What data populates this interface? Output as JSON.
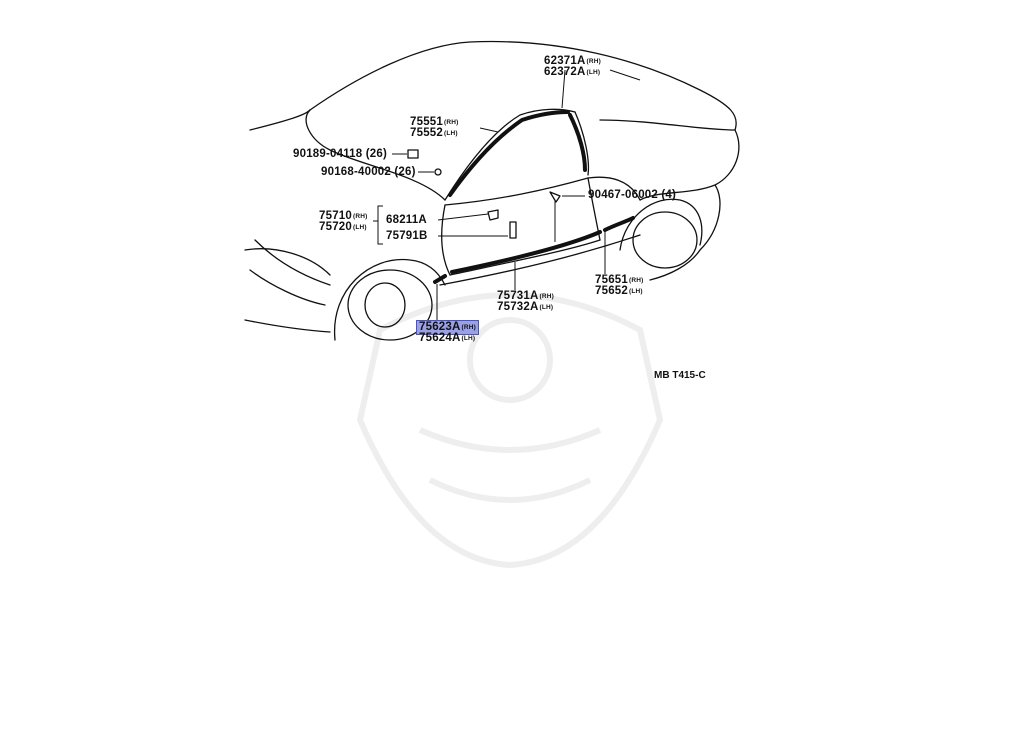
{
  "labels": {
    "p62371": {
      "num": "62371A",
      "side": "(RH)"
    },
    "p62372": {
      "num": "62372A",
      "side": "(LH)"
    },
    "p75551": {
      "num": "75551",
      "side": "(RH)"
    },
    "p75552": {
      "num": "75552",
      "side": "(LH)"
    },
    "p90189": {
      "num": "90189-04118 (26)"
    },
    "p90168": {
      "num": "90168-40002 (26)"
    },
    "p90467": {
      "num": "90467-06002 (4)"
    },
    "p75710": {
      "num": "75710",
      "side": "(RH)"
    },
    "p75720": {
      "num": "75720",
      "side": "(LH)"
    },
    "p68211": {
      "num": "68211A"
    },
    "p75791": {
      "num": "75791B"
    },
    "p75651": {
      "num": "75651",
      "side": "(RH)"
    },
    "p75652": {
      "num": "75652",
      "side": "(LH)"
    },
    "p75731": {
      "num": "75731A",
      "side": "(RH)"
    },
    "p75732": {
      "num": "75732A",
      "side": "(LH)"
    },
    "p75623": {
      "num": "75623A",
      "side": "(RH)"
    },
    "p75624": {
      "num": "75624A",
      "side": "(LH)"
    }
  },
  "diagram_code": "MB T415-C",
  "colors": {
    "highlight": "#9aa0e6",
    "highlight_border": "#4a52c8",
    "line": "#111111"
  }
}
